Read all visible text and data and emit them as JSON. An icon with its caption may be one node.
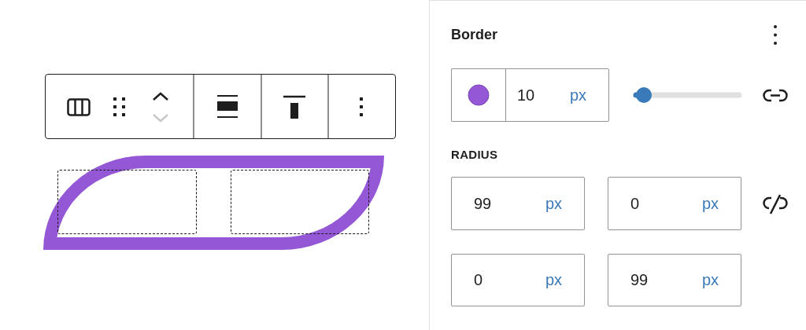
{
  "diagram": {
    "nodes": [
      {
        "text": [
          "10",
          "px"
        ]
      },
      {
        "text": [
          "99",
          "px"
        ]
      },
      {
        "text": [
          "0",
          "px"
        ]
      },
      {
        "text": [
          "0",
          "px"
        ]
      },
      {
        "text": [
          "99",
          "px"
        ]
      }
    ],
    "labels": [
      "Border",
      "RADIUS"
    ]
  }
}
